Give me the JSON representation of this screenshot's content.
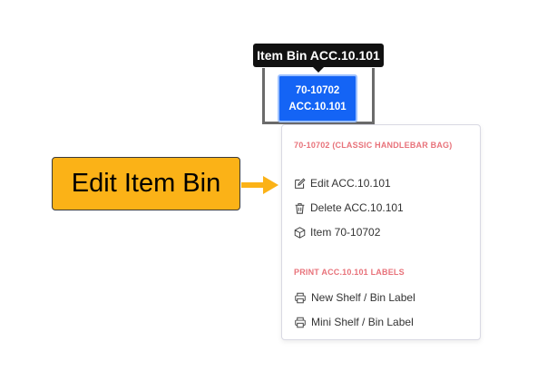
{
  "tooltip": {
    "text": "Item Bin ACC.10.101"
  },
  "bin_button": {
    "line1": "70-10702",
    "line2": "ACC.10.101"
  },
  "menu": {
    "section1_header": "70-10702 (CLASSIC HANDLEBAR BAG)",
    "items": [
      {
        "label": "Edit ACC.10.101",
        "icon": "edit-icon"
      },
      {
        "label": "Delete ACC.10.101",
        "icon": "trash-icon"
      },
      {
        "label": "Item 70-10702",
        "icon": "cube-icon"
      }
    ],
    "section2_header": "PRINT ACC.10.101 LABELS",
    "print_items": [
      {
        "label": "New Shelf / Bin Label",
        "icon": "printer-icon"
      },
      {
        "label": "Mini Shelf / Bin Label",
        "icon": "printer-icon"
      }
    ]
  },
  "callout": {
    "text": "Edit Item Bin",
    "color": "#fbb217"
  },
  "colors": {
    "accent": "#1464f5",
    "header": "#e8727a",
    "callout": "#fbb217"
  }
}
